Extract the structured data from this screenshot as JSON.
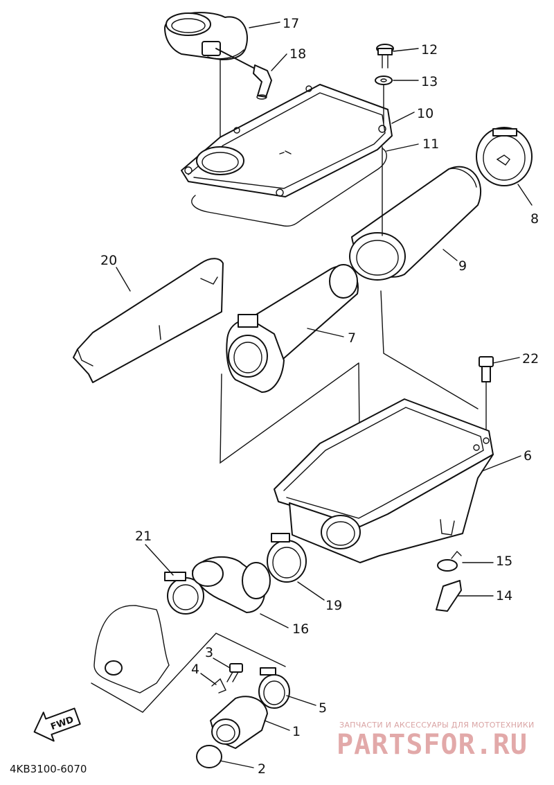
{
  "diagram": {
    "code": "4KB3100-6070",
    "fwd_label": "FWD",
    "watermark": {
      "tagline": "ЗАПЧАСТИ И АКСЕССУАРЫ ДЛЯ МОТОТЕХНИКИ",
      "brand": "PARTSFOR.RU"
    },
    "callouts": [
      "1",
      "2",
      "3",
      "4",
      "5",
      "6",
      "7",
      "8",
      "9",
      "10",
      "11",
      "12",
      "13",
      "14",
      "15",
      "16",
      "17",
      "18",
      "19",
      "20",
      "21",
      "22"
    ]
  }
}
